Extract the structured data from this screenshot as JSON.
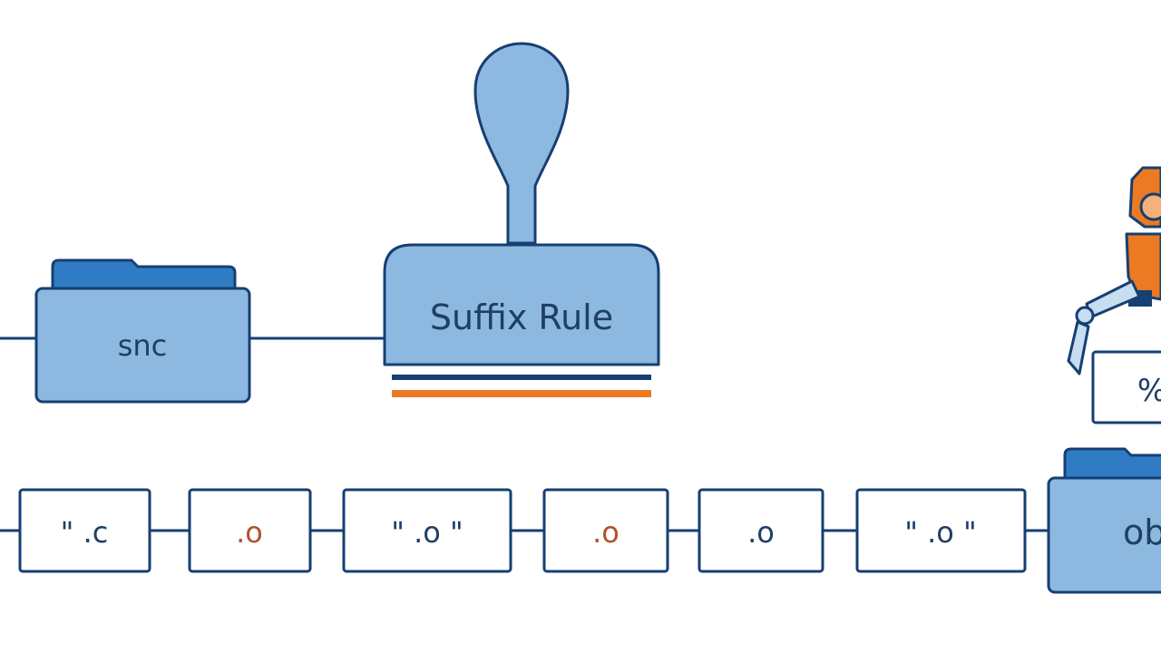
{
  "source_folder": {
    "label": "snc"
  },
  "stamp": {
    "label": "Suffix Rule"
  },
  "pattern_card": {
    "label": "%"
  },
  "chain": [
    {
      "label": "\" .c",
      "color": "#1f3f66"
    },
    {
      "label": ".o",
      "color": "#b4512b"
    },
    {
      "label": "\" .o \"",
      "color": "#1f3f66",
      "accent_color": "#b4512b"
    },
    {
      "label": ".o",
      "color": "#b4512b"
    },
    {
      "label": ".o",
      "color": "#1f3f66"
    },
    {
      "label": "\" .o \"",
      "color": "#1f3f66"
    }
  ],
  "output_folder": {
    "label": "ob"
  },
  "colors": {
    "outline": "#163f73",
    "fill": "#8db9e0",
    "tab": "#2f7cc5",
    "accent": "#ec7a22",
    "background": "#ffffff"
  }
}
